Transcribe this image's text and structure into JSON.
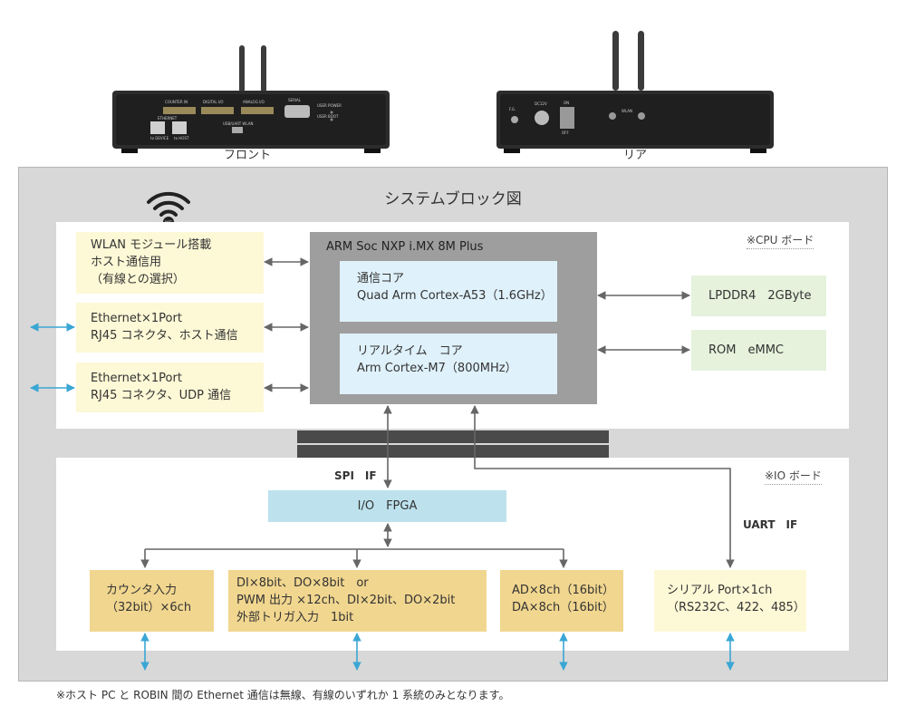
{
  "photos": {
    "front": {
      "caption": "フロント",
      "labels": {
        "counter_in": "COUNTER IN",
        "digital_io": "DIGITAL I/O",
        "analog_io": "ANALOG I/O",
        "serial": "SERIAL",
        "ethernet": "ETHERNET",
        "to_device": "to DEVICE",
        "to_host": "to HOST",
        "usb_uart_wlan": "USB/UART WLAN",
        "usr_power": "USER POWER",
        "usr_boot": "USER BOOT"
      }
    },
    "rear": {
      "caption": "リア",
      "labels": {
        "fg": "F.G.",
        "dc12v": "DC12V",
        "on": "ON",
        "off": "OFF",
        "wlan": "WLAN"
      }
    }
  },
  "diagram": {
    "title": "システムブロック図",
    "wifi_badge": "WiFi",
    "cpu_board": {
      "label": "※CPU ボード",
      "soc_title": "ARM Soc NXP i.MX 8M Plus",
      "core_a53": [
        "通信コア",
        "Quad Arm Cortex-A53（1.6GHz）"
      ],
      "core_m7": [
        "リアルタイム　コア",
        "Arm Cortex-M7（800MHz）"
      ],
      "wlan": [
        "WLAN モジュール搭載",
        "ホスト通信用",
        "（有線との選択）"
      ],
      "eth1": [
        "Ethernet×1Port",
        "RJ45 コネクタ、ホスト通信"
      ],
      "eth2": [
        "Ethernet×1Port",
        "RJ45 コネクタ、UDP 通信"
      ],
      "lpddr": "LPDDR4　2GByte",
      "rom": "ROM　eMMC"
    },
    "io_board": {
      "label": "※IO ボード",
      "spi": "SPI　IF",
      "uart": "UART　IF",
      "fpga": "I/O　FPGA",
      "counter": [
        "カウンタ入力",
        "（32bit）×6ch"
      ],
      "dio": [
        "DI×8bit、DO×8bit　or",
        "PWM 出力 ×12ch、DI×2bit、DO×2bit",
        "外部トリガ入力　1bit"
      ],
      "adda": [
        "AD×8ch（16bit）",
        "DA×8ch（16bit）"
      ],
      "serial": [
        "シリアル Port×1ch",
        "（RS232C、422、485）"
      ]
    },
    "colors": {
      "grey_bg": "#d8d8d8",
      "soc": "#9e9e9e",
      "arrow_grey": "#666666",
      "arrow_blue": "#3aa6d4"
    }
  },
  "footnote": "※ホスト PC と ROBIN 間の Ethernet 通信は無線、有線のいずれか 1 系統のみとなります。"
}
